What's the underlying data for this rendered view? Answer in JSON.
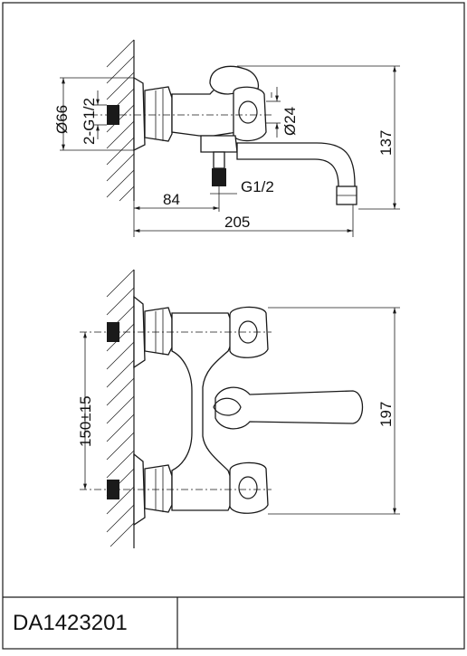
{
  "dimensions": {
    "top_flange_diameter": "Ø66",
    "top_inlet_thread": "2-G1/2",
    "top_handle_diameter": "Ø24",
    "top_height": "137",
    "top_outlet_thread": "G1/2",
    "top_offset_84": "84",
    "top_length_205": "205",
    "front_center_distance": "150±15",
    "front_height": "197"
  },
  "model_code": "DA1423201",
  "colors": {
    "ink": "#1a1a1a",
    "paper": "#ffffff"
  }
}
